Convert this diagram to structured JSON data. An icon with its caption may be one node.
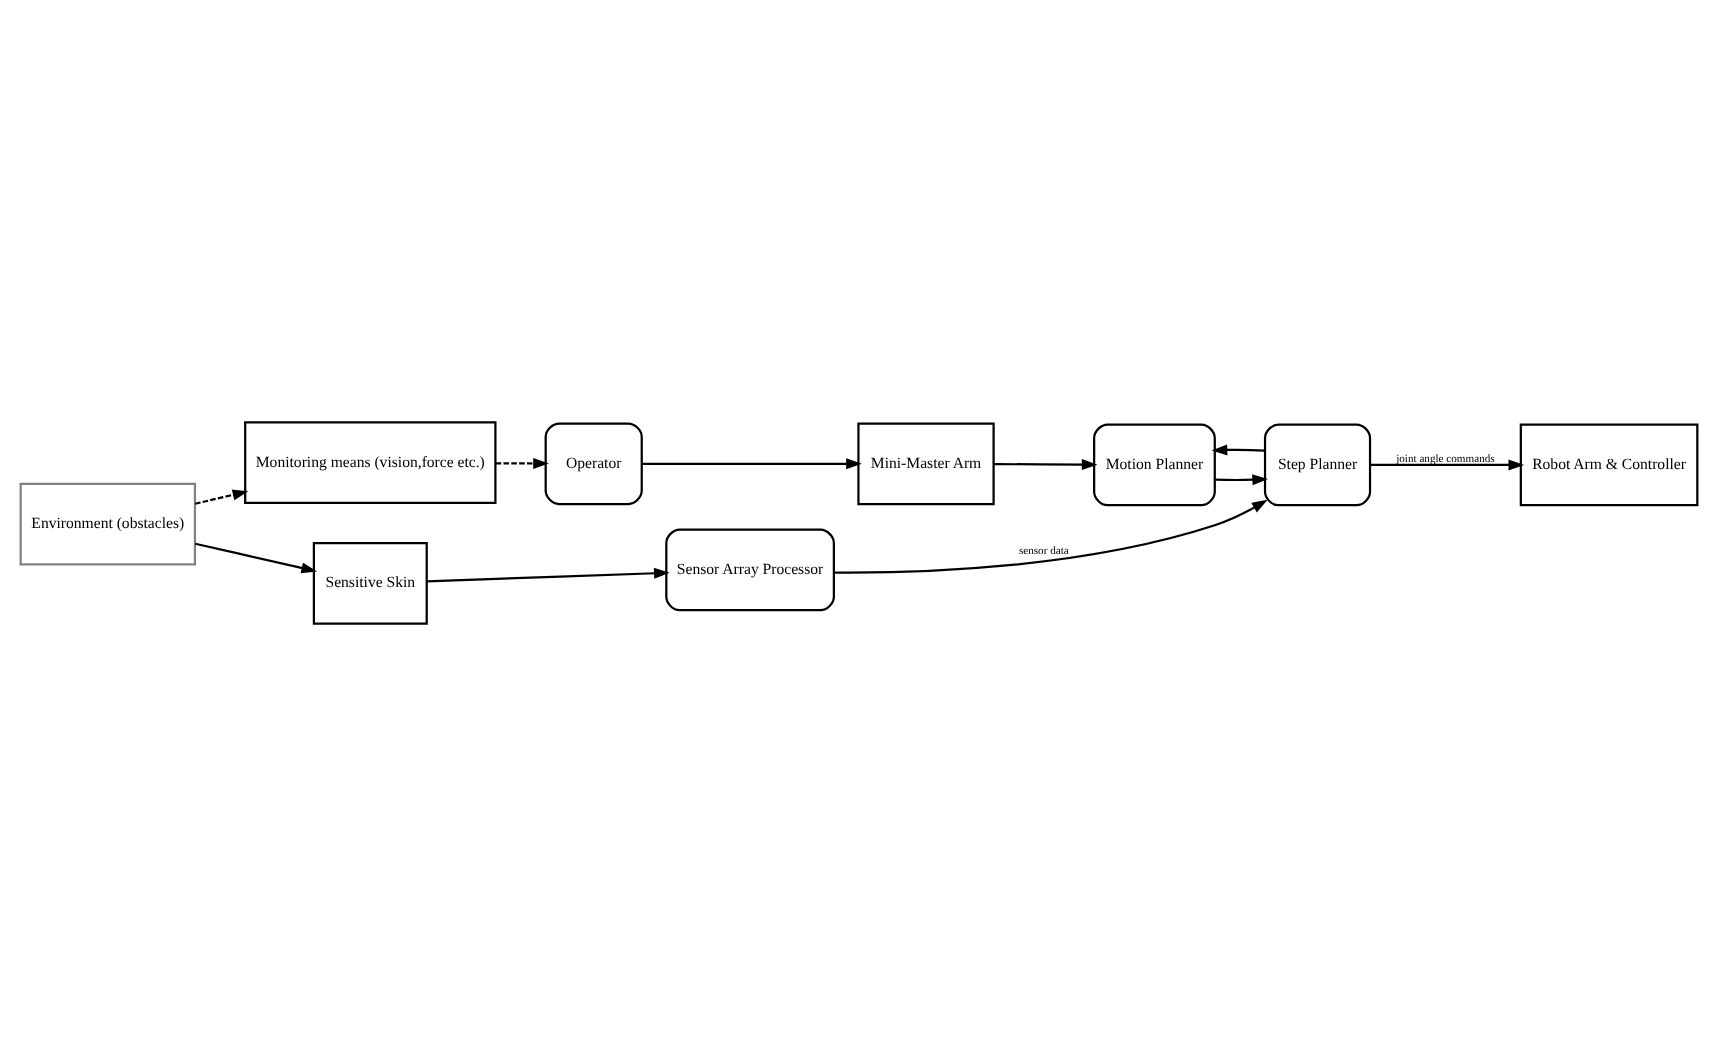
{
  "diagram": {
    "nodes": [
      {
        "text": [
          "Monitoring means (vision,force etc.)"
        ]
      },
      {
        "text": [
          "Operator"
        ]
      },
      {
        "text": [
          "Robot Arm & Controller"
        ]
      },
      {
        "text": [
          "Motion Planner"
        ]
      },
      {
        "text": [
          "Mini-Master Arm"
        ]
      },
      {
        "text": [
          "Environment (obstacles)"
        ]
      },
      {
        "text": [
          "Sensitive Skin"
        ]
      },
      {
        "text": [
          "Sensor Array Processor"
        ]
      },
      {
        "text": [
          "Step Planner"
        ]
      }
    ],
    "edges": [
      {
        "from": 5,
        "to": 0,
        "arrow": "to",
        "style": "dashed"
      },
      {
        "from": 0,
        "to": 1,
        "arrow": "to",
        "style": "dashed"
      },
      {
        "from": 1,
        "to": 4,
        "arrow": "to"
      },
      {
        "from": 4,
        "to": 3,
        "arrow": "to"
      },
      {
        "from": 8,
        "to": 2,
        "arrow": "to",
        "label": "joint angle commands"
      },
      {
        "from": 3,
        "to": 8,
        "arrow": "to"
      },
      {
        "from": 8,
        "to": 3,
        "arrow": "to"
      },
      {
        "from": 5,
        "to": 6,
        "arrow": "to"
      },
      {
        "from": 6,
        "to": 7,
        "arrow": "to"
      },
      {
        "from": 7,
        "to": 8,
        "arrow": "to",
        "label": "sensor data"
      }
    ]
  }
}
